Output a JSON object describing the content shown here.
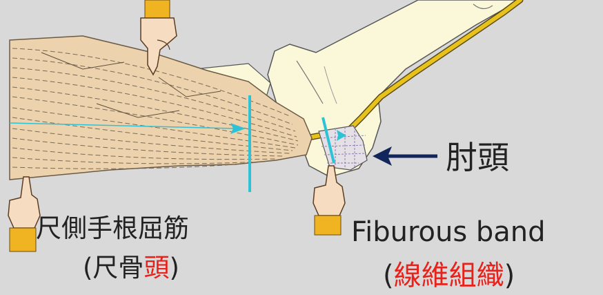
{
  "labels": {
    "olecranon": "肘頭",
    "fcu_name": "尺側手根屈筋",
    "fcu_head_open": "(尺骨",
    "fcu_head_red": "頭",
    "fcu_head_close": ")",
    "band_en": "Fiburous band",
    "band_open": "(",
    "band_red": "線維組織",
    "band_close": ")"
  },
  "colors": {
    "background": "#d9d9d9",
    "bone": "#fbf7d9",
    "muscle": "#ecd2ad",
    "nerve": "#e0b81a",
    "cyan": "#2ec2d6",
    "arrow": "#13265c",
    "accent_red": "#e8211a"
  },
  "icons": [
    "pointing-hand-down-icon",
    "pointing-hand-up-icon"
  ]
}
